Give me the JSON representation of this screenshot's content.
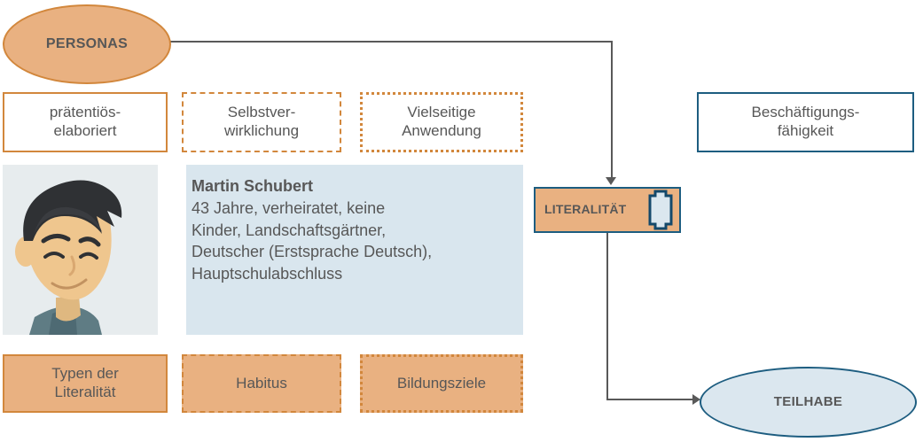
{
  "diagram": {
    "title_nodes": {
      "personas": "PERSONAS",
      "literalitaet": "LITERALITÄT",
      "teilhabe": "TEILHABE"
    },
    "top_attributes": [
      {
        "label": "prätentiös-\nelaboriert",
        "line1": "prätentiös-",
        "line2": "elaboriert",
        "border": "solid"
      },
      {
        "label": "Selbstver-\nwirklichung",
        "line1": "Selbstver-",
        "line2": "wirklichung",
        "border": "dashed"
      },
      {
        "label": "Vielseitige\nAnwendung",
        "line1": "Vielseitige",
        "line2": "Anwendung",
        "border": "dotted"
      }
    ],
    "bottom_attributes": [
      {
        "label": "Typen der\nLiteralität",
        "line1": "Typen der",
        "line2": "Literalität",
        "border": "solid"
      },
      {
        "label": "Habitus",
        "line1": "Habitus",
        "line2": "",
        "border": "dashed"
      },
      {
        "label": "Bildungsziele",
        "line1": "Bildungsziele",
        "line2": "",
        "border": "dotted"
      }
    ],
    "outcome_box": {
      "line1": "Beschäftigungs-",
      "line2": "fähigkeit"
    },
    "persona_card": {
      "name": "Martin Schubert",
      "detail_line_1": "43 Jahre, verheiratet, keine",
      "detail_line_2": "Kinder, Landschaftsgärtner,",
      "detail_line_3": "Deutscher (Erstsprache Deutsch),",
      "detail_line_4": "Hauptschulabschluss"
    },
    "icons": {
      "literacy_book_icon": "book-icon"
    },
    "colors": {
      "orange_fill": "#E9B181",
      "orange_border": "#D2873C",
      "dark_blue_border": "#1D5D80",
      "light_blue_fill": "#DBE7EF",
      "card_blue_fill": "#D9E6EE",
      "avatar_bg": "#E7ECEE",
      "text_gray": "#575757",
      "connector_gray": "#595959"
    }
  }
}
